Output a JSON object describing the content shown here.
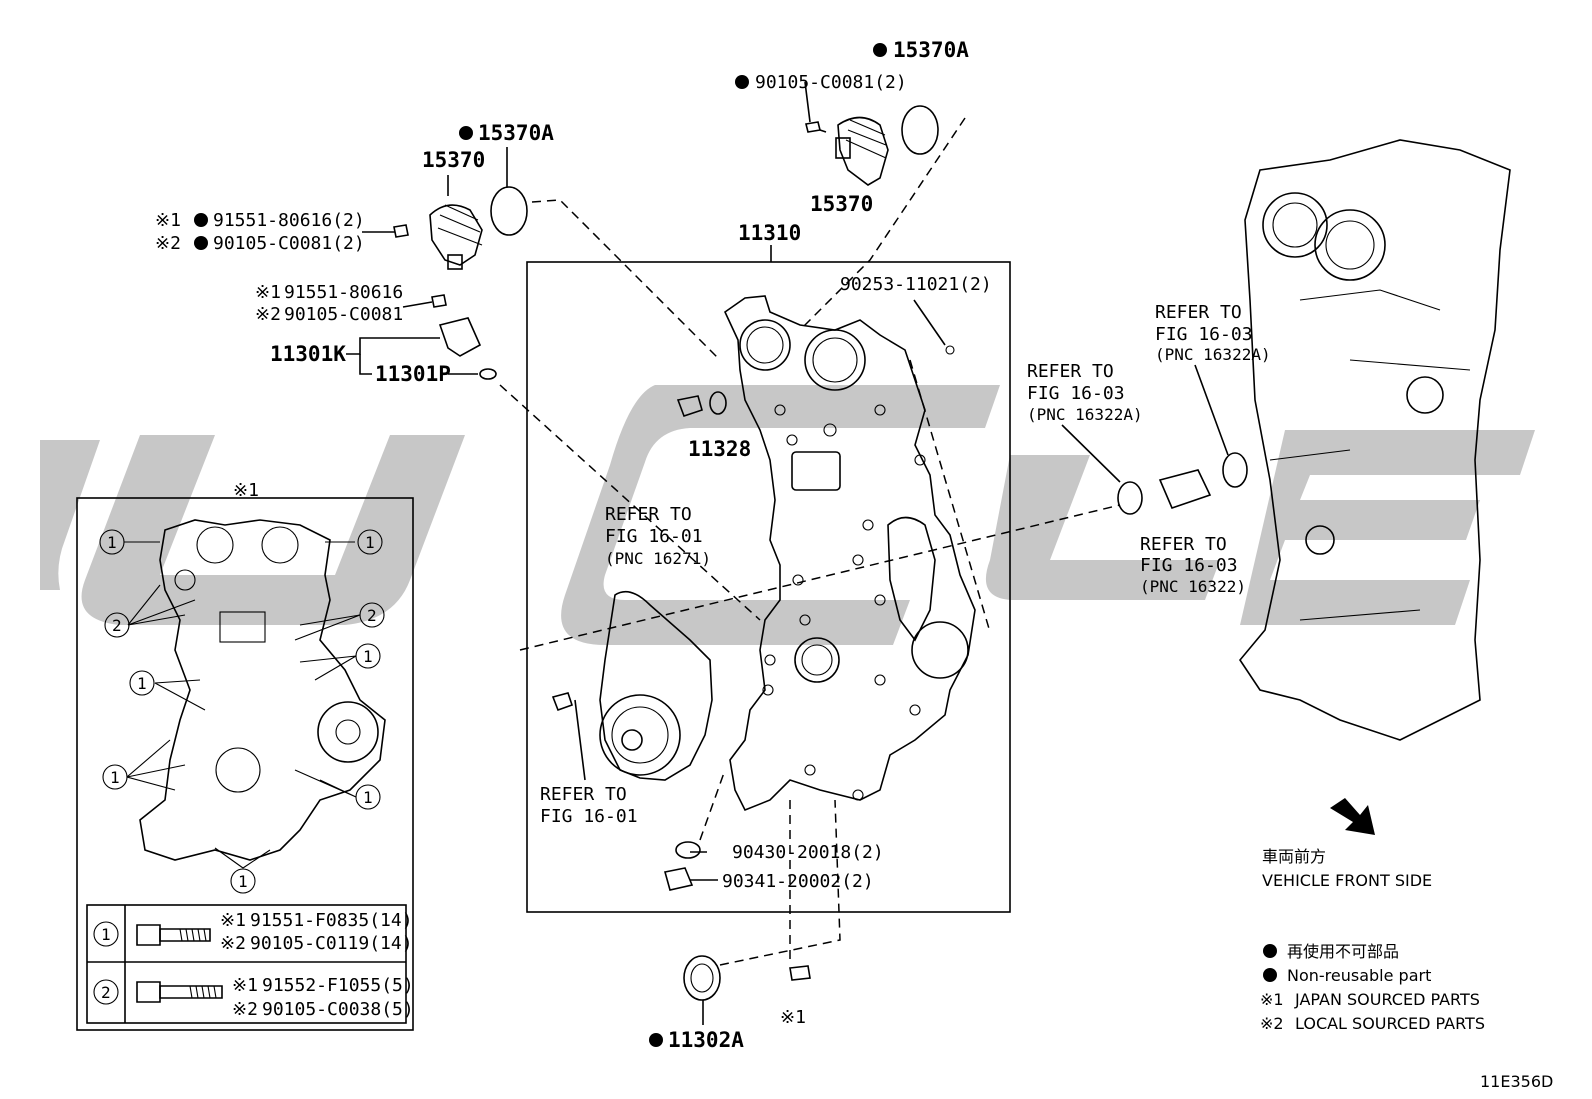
{
  "diagram_id": "11E356D",
  "parts": {
    "cover_assy": "11310",
    "oil_seal": "11302A",
    "plug": "11328",
    "sensor_k": "11301K",
    "sensor_p": "11301P",
    "vvt_left": "15370",
    "vvt_left_oring": "15370A",
    "vvt_top": "15370",
    "vvt_top_oring": "15370A",
    "bolt_vvt_top": "90105-C0081(2)",
    "bolt_cover_stud": "90253-11021(2)",
    "gasket_90430": "90430-20018(2)",
    "plug_90341": "90341-20002(2)",
    "bolt_left_jp": "91551-80616(2)",
    "bolt_left_lo": "90105-C0081(2)",
    "bolt_sensor_jp": "91551-80616",
    "bolt_sensor_lo": "90105-C0081"
  },
  "marks": {
    "x1": "※1",
    "x2": "※2",
    "x1_bottom": "※1",
    "inset_title": "※1"
  },
  "refs": [
    {
      "line1": "REFER TO",
      "line2": "FIG 16-01",
      "line3": "(PNC 16271)"
    },
    {
      "line1": "REFER TO",
      "line2": "FIG 16-01",
      "line3": ""
    },
    {
      "line1": "REFER TO",
      "line2": "FIG 16-03",
      "line3": "(PNC 16322A)"
    },
    {
      "line1": "REFER TO",
      "line2": "FIG 16-03",
      "line3": "(PNC 16322A)"
    },
    {
      "line1": "REFER TO",
      "line2": "FIG 16-03",
      "line3": "(PNC 16322)"
    }
  ],
  "inset": {
    "callout_1": "1",
    "callout_2": "2",
    "row1_jp": "91551-F0835(14)",
    "row1_lo": "90105-C0119(14)",
    "row2_jp": "91552-F1055(5)",
    "row2_lo": "90105-C0038(5)"
  },
  "direction": {
    "jp": "車両前方",
    "en": "VEHICLE FRONT SIDE"
  },
  "legend": {
    "nonreusable_jp": "再使用不可部品",
    "nonreusable_en": "Non-reusable part",
    "x1_text": "JAPAN SOURCED PARTS",
    "x2_text": "LOCAL SOURCED PARTS"
  },
  "icons": [
    "filled-circle-icon",
    "arrow-down-right-icon"
  ]
}
